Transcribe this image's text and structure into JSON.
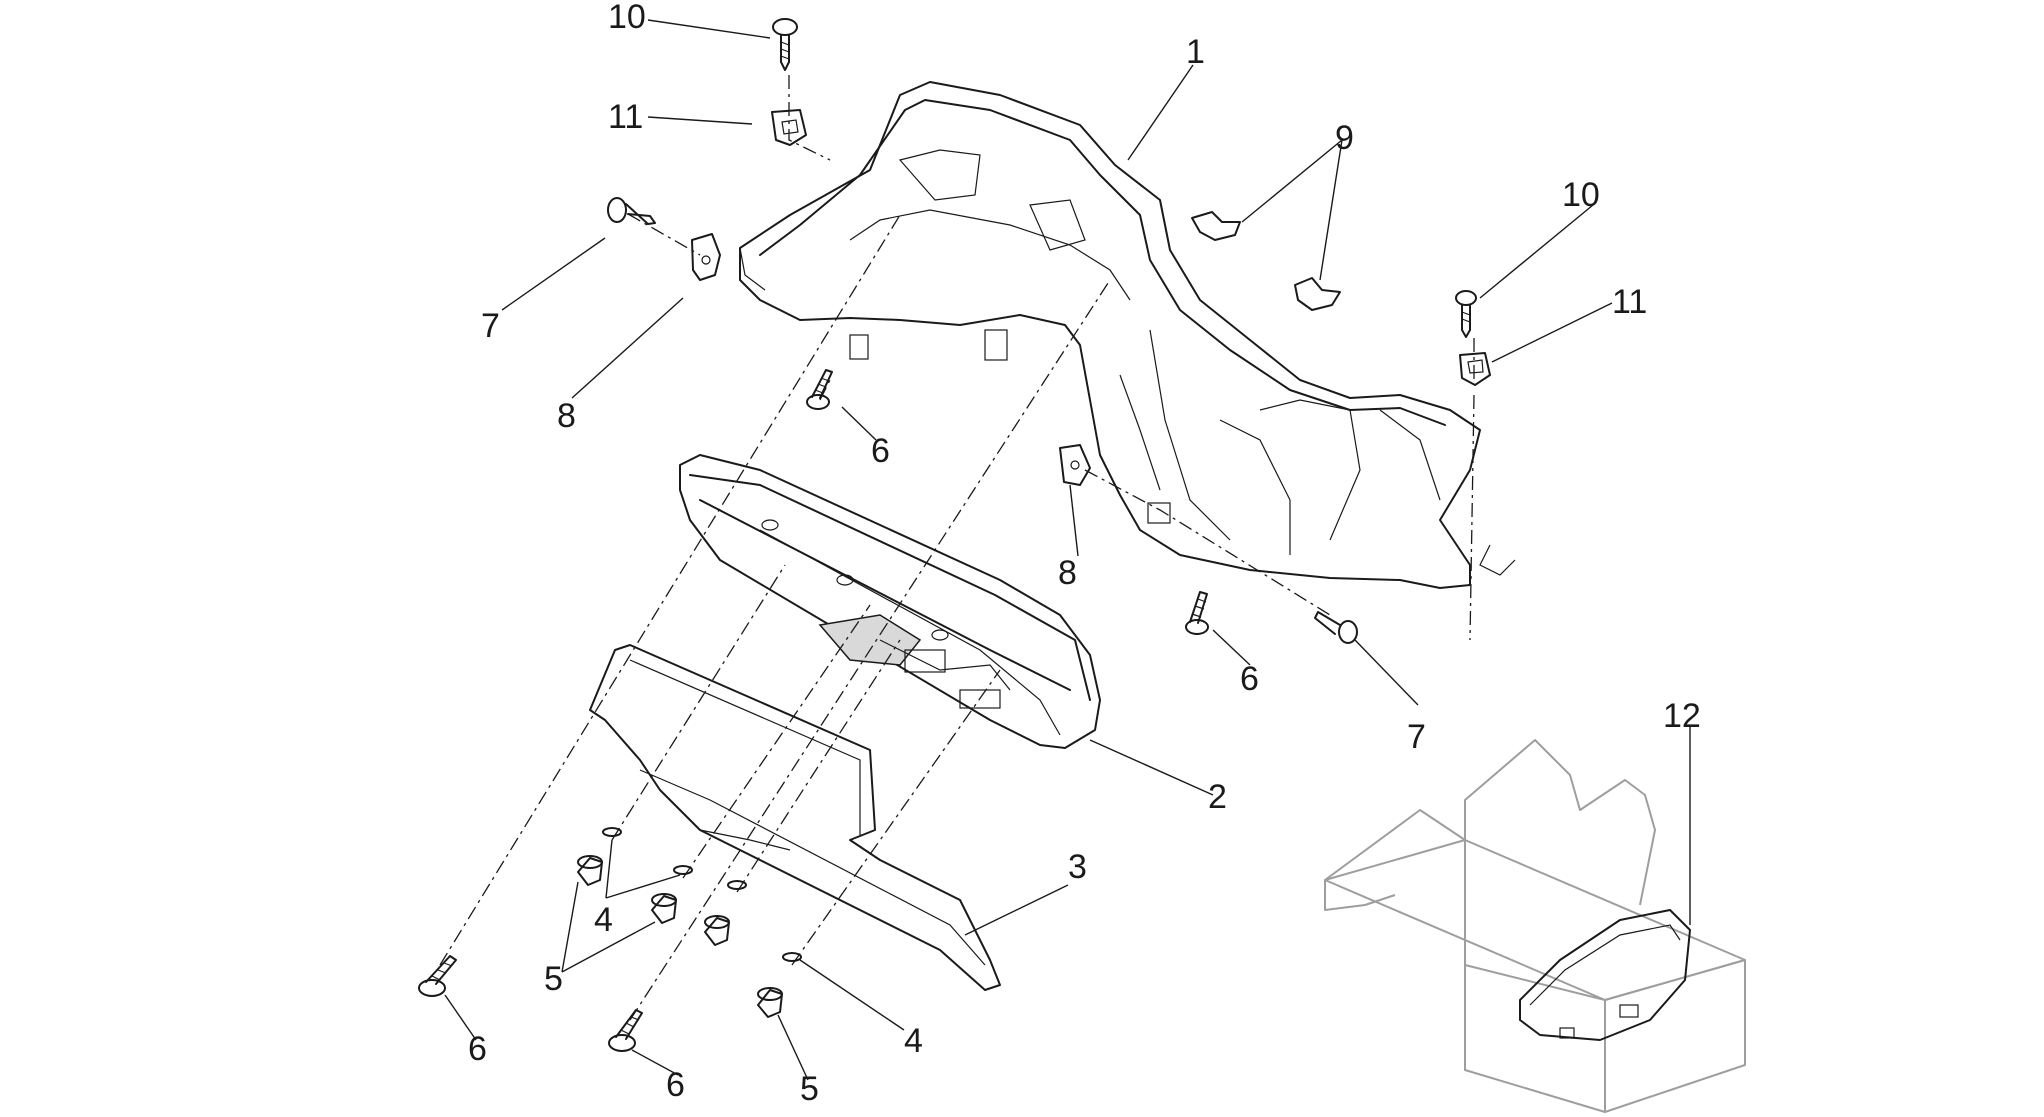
{
  "callouts": [
    {
      "id": "c1",
      "text": "1"
    },
    {
      "id": "c2",
      "text": "2"
    },
    {
      "id": "c3",
      "text": "3"
    },
    {
      "id": "c4a",
      "text": "4"
    },
    {
      "id": "c4b",
      "text": "4"
    },
    {
      "id": "c5a",
      "text": "5"
    },
    {
      "id": "c5b",
      "text": "5"
    },
    {
      "id": "c6a",
      "text": "6"
    },
    {
      "id": "c6b",
      "text": "6"
    },
    {
      "id": "c6c",
      "text": "6"
    },
    {
      "id": "c6d",
      "text": "6"
    },
    {
      "id": "c7a",
      "text": "7"
    },
    {
      "id": "c7b",
      "text": "7"
    },
    {
      "id": "c8a",
      "text": "8"
    },
    {
      "id": "c8b",
      "text": "8"
    },
    {
      "id": "c9",
      "text": "9"
    },
    {
      "id": "c10a",
      "text": "10"
    },
    {
      "id": "c10b",
      "text": "10"
    },
    {
      "id": "c11a",
      "text": "11"
    },
    {
      "id": "c11b",
      "text": "11"
    },
    {
      "id": "c12",
      "text": "12"
    }
  ],
  "colors": {
    "line": "#1a1a1a",
    "box_outline": "#9e9e9e",
    "background": "#ffffff"
  }
}
